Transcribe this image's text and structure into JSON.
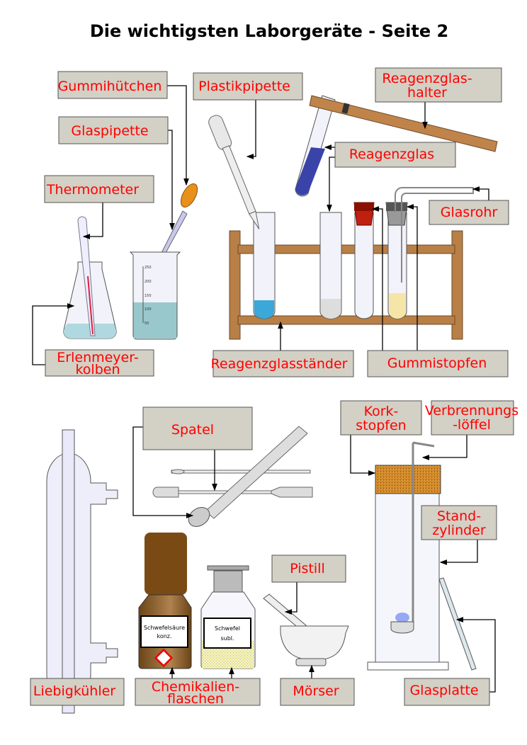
{
  "title": "Die wichtigsten Laborgeräte - Seite 2",
  "labels": {
    "gummihuetchen": "Gummihütchen",
    "glaspipette": "Glaspipette",
    "thermometer": "Thermometer",
    "plastikpipette": "Plastikpipette",
    "reagenzglashalter_1": "Reagenzglas-",
    "reagenzglashalter_2": "halter",
    "reagenzglas": "Reagenzglas",
    "glasrohr": "Glasrohr",
    "erlenmeyer_1": "Erlenmeyer-",
    "erlenmeyer_2": "kolben",
    "reagenzglasstaender": "Reagenzglasständer",
    "gummistopfen": "Gummistopfen",
    "spatel": "Spatel",
    "korkstopfen_1": "Kork-",
    "korkstopfen_2": "stopfen",
    "verbrennungsloeffel_1": "Verbrennungs",
    "verbrennungsloeffel_2": "-löffel",
    "standzylinder_1": "Stand-",
    "standzylinder_2": "zylinder",
    "pistill": "Pistill",
    "liebigkuehler": "Liebigkühler",
    "chemikalienflaschen_1": "Chemikalien-",
    "chemikalienflaschen_2": "flaschen",
    "moerser": "Mörser",
    "glasplatte": "Glasplatte"
  },
  "beaker_scale": [
    "250",
    "200",
    "150",
    "100",
    "50"
  ],
  "bottles": {
    "acid_1": "Schwefelsäure",
    "acid_2": "konz.",
    "sulfur_1": "Schwefel",
    "sulfur_2": "subl."
  },
  "colors": {
    "label_text": "#ff0000",
    "label_box": "#d3d0c5",
    "wood": "#b87f47",
    "liquid_blue": "#3aa8d8",
    "liquid_teal": "#99c8cc"
  }
}
